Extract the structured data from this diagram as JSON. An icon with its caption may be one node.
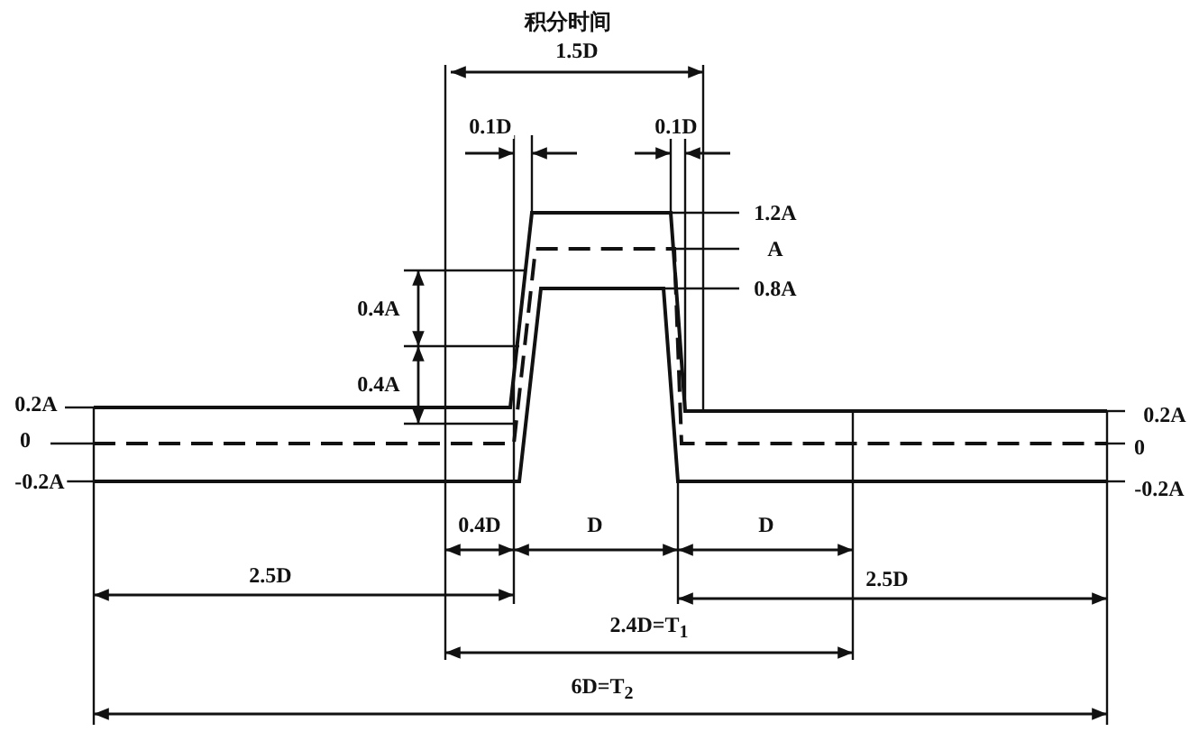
{
  "diagram": {
    "labels": [
      "积分时间",
      "1.5D",
      "0.1D",
      "0.1D",
      "1.2A",
      "A",
      "0.4A",
      "0.8A",
      "0.4A",
      "0.2A",
      "0.2A",
      "0",
      "0",
      "-0.2A",
      "-0.2A",
      "0.4D",
      "D",
      "D",
      "2.5D",
      "2.5D",
      "2.4D=T$_{1}$",
      "6D=T$_{2}$"
    ]
  }
}
